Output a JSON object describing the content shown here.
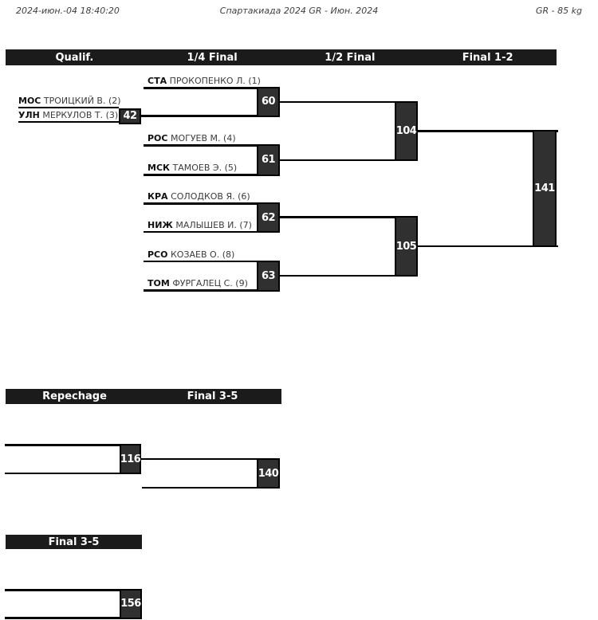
{
  "header": {
    "datetime": "2024-июн.-04 18:40:20",
    "title": "Спартакиада 2024 GR - Июн. 2024",
    "category": "GR - 85 kg"
  },
  "main": {
    "rounds": [
      "Qualif.",
      "1/4 Final",
      "1/2 Final",
      "Final 1-2"
    ],
    "competitors": [
      {
        "region": "СТА",
        "rest": "ПРОКОПЕНКО Л. (1)"
      },
      {
        "region": "МОС",
        "rest": "ТРОИЦКИЙ В. (2)"
      },
      {
        "region": "УЛН",
        "rest": "МЕРКУЛОВ Т. (3)"
      },
      {
        "region": "РОС",
        "rest": "МОГУЕВ М. (4)"
      },
      {
        "region": "МСК",
        "rest": "ТАМОЕВ Э. (5)"
      },
      {
        "region": "КРА",
        "rest": "СОЛОДКОВ Я. (6)"
      },
      {
        "region": "НИЖ",
        "rest": "МАЛЫШЕВ И. (7)"
      },
      {
        "region": "РСО",
        "rest": "КОЗАЕВ О. (8)"
      },
      {
        "region": "ТОМ",
        "rest": "ФУРГАЛЕЦ С. (9)"
      }
    ],
    "matches": {
      "qualif": "42",
      "qf1": "60",
      "qf2": "61",
      "qf3": "62",
      "qf4": "63",
      "sf1": "104",
      "sf2": "105",
      "final": "141"
    }
  },
  "repechage": {
    "rounds": [
      "Repechage",
      "Final 3-5"
    ],
    "matches": {
      "r1": "116",
      "rfinal": "140"
    }
  },
  "final35": {
    "rounds": [
      "Final 3-5"
    ],
    "matches": {
      "f1": "156"
    }
  },
  "colors": {
    "header_bar": "#1b1b1b",
    "match_box_fill": "#303030",
    "line": "#000000",
    "text": "#3c3c3c"
  }
}
